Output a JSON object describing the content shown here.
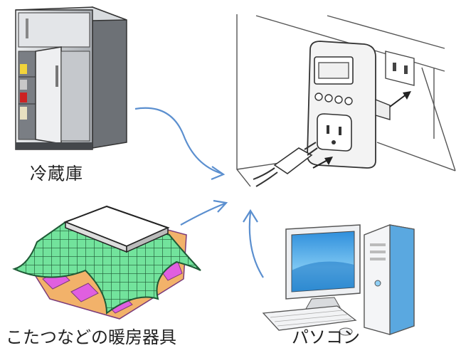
{
  "labels": {
    "fridge": "冷蔵庫",
    "kotatsu": "こたつなどの暖房器具",
    "pc": "パソコン"
  },
  "icons": {
    "fridge": "refrigerator-icon",
    "kotatsu": "kotatsu-heater-icon",
    "pc": "desktop-computer-icon",
    "meter": "wattage-meter-plug-icon"
  },
  "colors": {
    "arrow": "#5b8fcf",
    "fridge_body": "#b9bcc0",
    "fridge_dark": "#55595e",
    "quilt": "#6fe39a",
    "mat_pink": "#e05fe0",
    "mat_orange": "#f2b26a",
    "screen": "#3e9fe0"
  }
}
